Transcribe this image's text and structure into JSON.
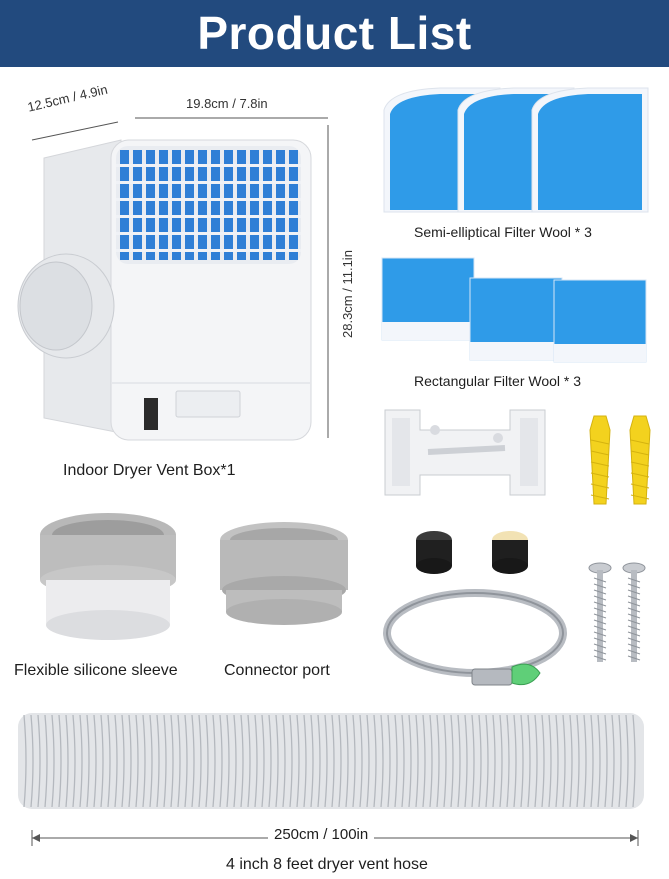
{
  "banner": {
    "title": "Product List",
    "color": "#224a7e"
  },
  "dimensions": {
    "depth": "12.5cm / 4.9in",
    "width": "19.8cm / 7.8in",
    "height": "28.3cm / 11.1in",
    "hose_length": "250cm / 100in"
  },
  "labels": {
    "vent_box": "Indoor Dryer Vent Box*1",
    "semi_filter": "Semi-elliptical Filter Wool * 3",
    "rect_filter": "Rectangular Filter Wool * 3",
    "sleeve": "Flexible silicone sleeve",
    "connector": "Connector port",
    "hose": "4 inch 8 feet dryer vent hose"
  },
  "colors": {
    "filter_blue": "#2f9be8",
    "filter_white": "#f3f6fb",
    "grey_part": "#a9a9a9",
    "anchor_yellow": "#f3d21e"
  }
}
